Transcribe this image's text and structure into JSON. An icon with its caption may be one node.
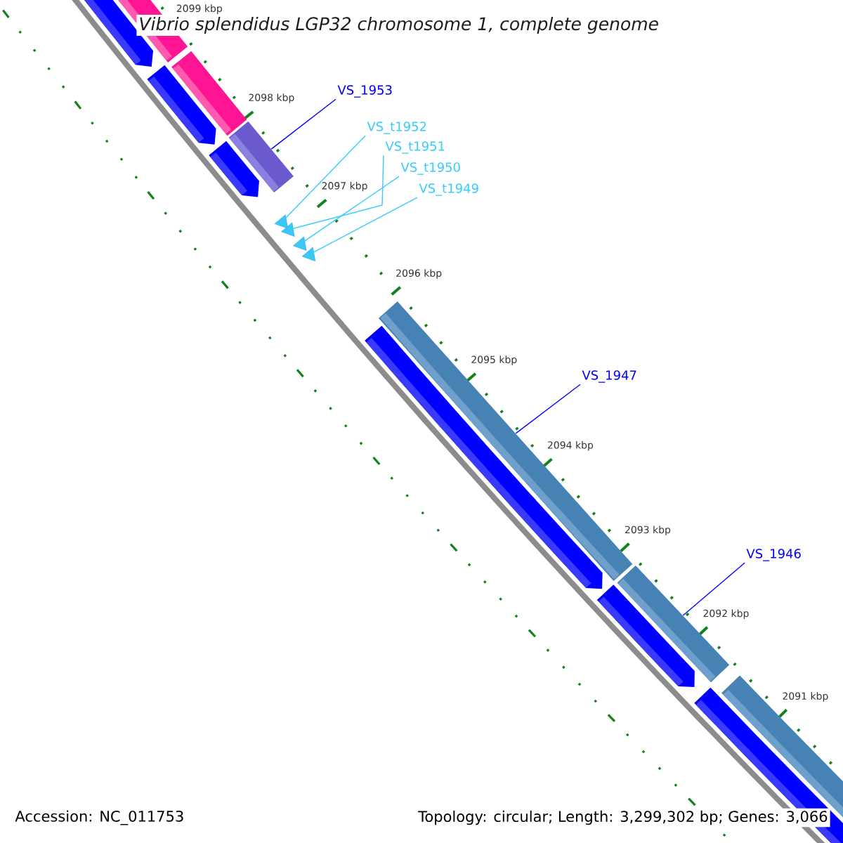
{
  "diagram": {
    "title": "Vibrio splendidus LGP32 chromosome 1, complete genome",
    "nodes": [
      {
        "text": [
          "VS_1953"
        ]
      },
      {
        "text": [
          "VS_t1952"
        ]
      },
      {
        "text": [
          "VS_t1951"
        ]
      },
      {
        "text": [
          "VS_t1950"
        ]
      },
      {
        "text": [
          "VS_t1949"
        ]
      },
      {
        "text": [
          "VS_1947"
        ]
      },
      {
        "text": [
          "VS_1946"
        ]
      },
      {
        "text": [],
        "shape": "bar"
      },
      {
        "text": [],
        "shape": "triangle"
      },
      {
        "text": [],
        "shape": "triangle"
      },
      {
        "text": [],
        "shape": "triangle"
      },
      {
        "text": [],
        "shape": "triangle"
      },
      {
        "text": [],
        "shape": "bar"
      },
      {
        "text": [],
        "shape": "bar"
      }
    ],
    "edges": [
      {
        "from": 0,
        "to": 7,
        "arrow": "none",
        "color": "#0000ff"
      },
      {
        "from": 1,
        "to": 8,
        "arrow": "none"
      },
      {
        "from": 2,
        "to": 9,
        "arrow": "none"
      },
      {
        "from": 3,
        "to": 10,
        "arrow": "none"
      },
      {
        "from": 4,
        "to": 11,
        "arrow": "none"
      },
      {
        "from": 5,
        "to": 12,
        "arrow": "none",
        "color": "#0000ff"
      },
      {
        "from": 6,
        "to": 13,
        "arrow": "none",
        "color": "#0000ff"
      }
    ],
    "labels": [
      "2099 kbp",
      "2098 kbp",
      "2097 kbp",
      "2096 kbp",
      "2095 kbp",
      "2094 kbp",
      "2093 kbp",
      "2092 kbp",
      "2091 kbp",
      "Accession: NC_011753",
      "Topology: circular; Length: 3,299,302 bp; Genes: 3,066"
    ]
  }
}
